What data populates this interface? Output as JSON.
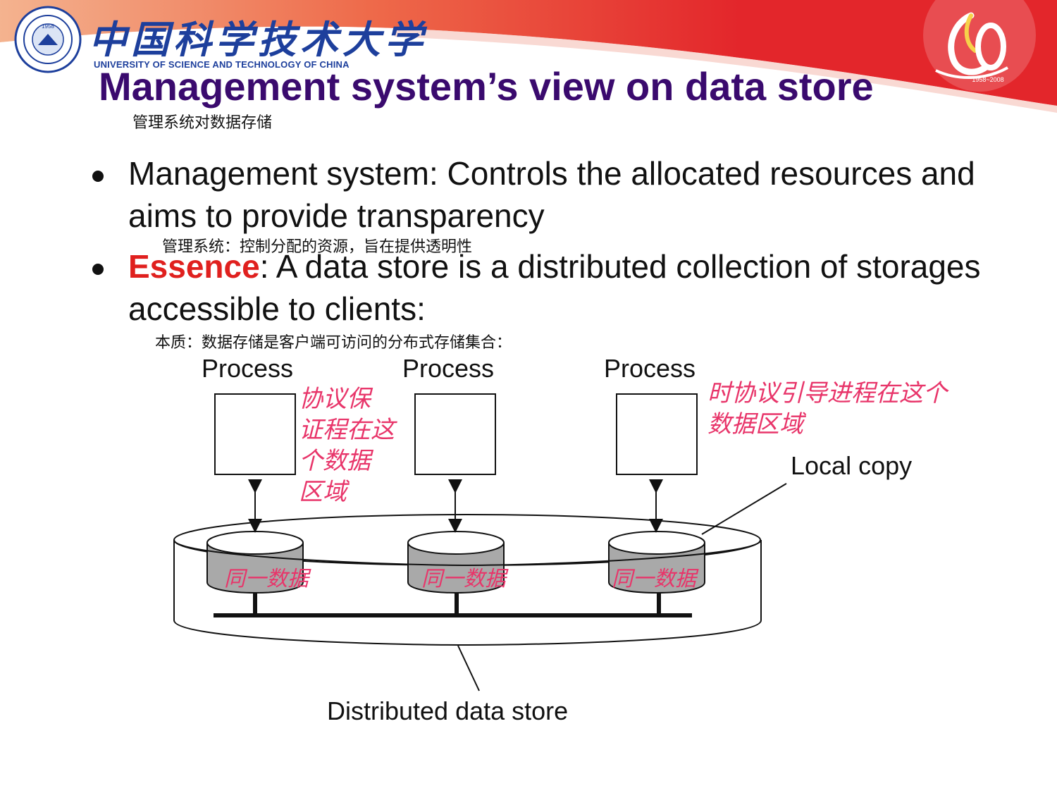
{
  "header": {
    "university_cn": "中国科学技术大学",
    "university_en": "UNIVERSITY OF SCIENCE AND TECHNOLOGY OF CHINA",
    "seal_year": "1958",
    "anniversary_years": "1958~2008"
  },
  "slide": {
    "title": "Management system’s view on data store",
    "subtitle_cn": "管理系统对数据存储",
    "bullets": [
      {
        "text": "Management system: Controls the allocated resources and aims to provide transparency",
        "note_cn": "管理系统：控制分配的资源，旨在提供透明性"
      },
      {
        "emphasis": "Essence",
        "text": ": A data store is a distributed collection of storages accessible to clients:",
        "note_cn": "本质：数据存储是客户端可访问的分布式存储集合："
      }
    ]
  },
  "diagram": {
    "process_labels": [
      "Process",
      "Process",
      "Process"
    ],
    "local_copy_label": "Local copy",
    "store_label": "Distributed data store"
  },
  "handwriting": {
    "left_note": [
      "协议保",
      "证程在这",
      "个数据",
      "区域"
    ],
    "right_note": [
      "时协议引导进程在这个",
      "数据区域"
    ],
    "disk_notes": [
      "同一数据",
      "同一数据",
      "同一数据"
    ]
  },
  "colors": {
    "title": "#3a0a6e",
    "emphasis": "#e0201e",
    "handwriting": "#e8356a",
    "banner_red": "#e3262b",
    "university_blue": "#1d3f9c"
  }
}
